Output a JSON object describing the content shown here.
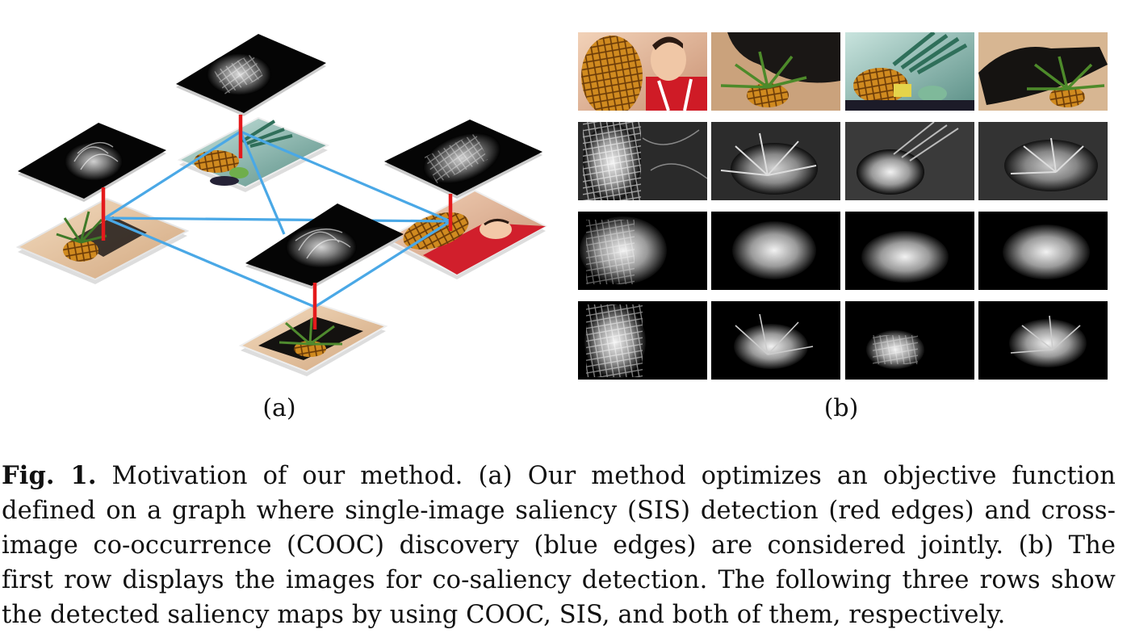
{
  "panel_a": {
    "label": "(a)",
    "edge_colors": {
      "sis": "#e41a1c",
      "cooc": "#4aa8e6"
    }
  },
  "panel_b": {
    "label": "(b)",
    "rows": [
      {
        "kind": "input",
        "images": [
          "girl-with-pineapple",
          "cat-with-pineapple",
          "pineapple-with-fruit",
          "black-cat-with-pineapple"
        ]
      },
      {
        "kind": "cooc-map"
      },
      {
        "kind": "sis-map"
      },
      {
        "kind": "combined-map"
      }
    ]
  },
  "caption": {
    "fig_label": "Fig. 1.",
    "lines": [
      " Motivation of our method. (a) Our method optimizes an objective function",
      "defined on a graph where single-image saliency (SIS) detection (red edges) and cross-",
      "image co-occurrence (COOC) discovery (blue edges) are considered jointly. (b) The",
      "first row displays the images for co-saliency detection. The following three rows show",
      "the detected saliency maps by using COOC, SIS, and both of them, respectively."
    ]
  }
}
